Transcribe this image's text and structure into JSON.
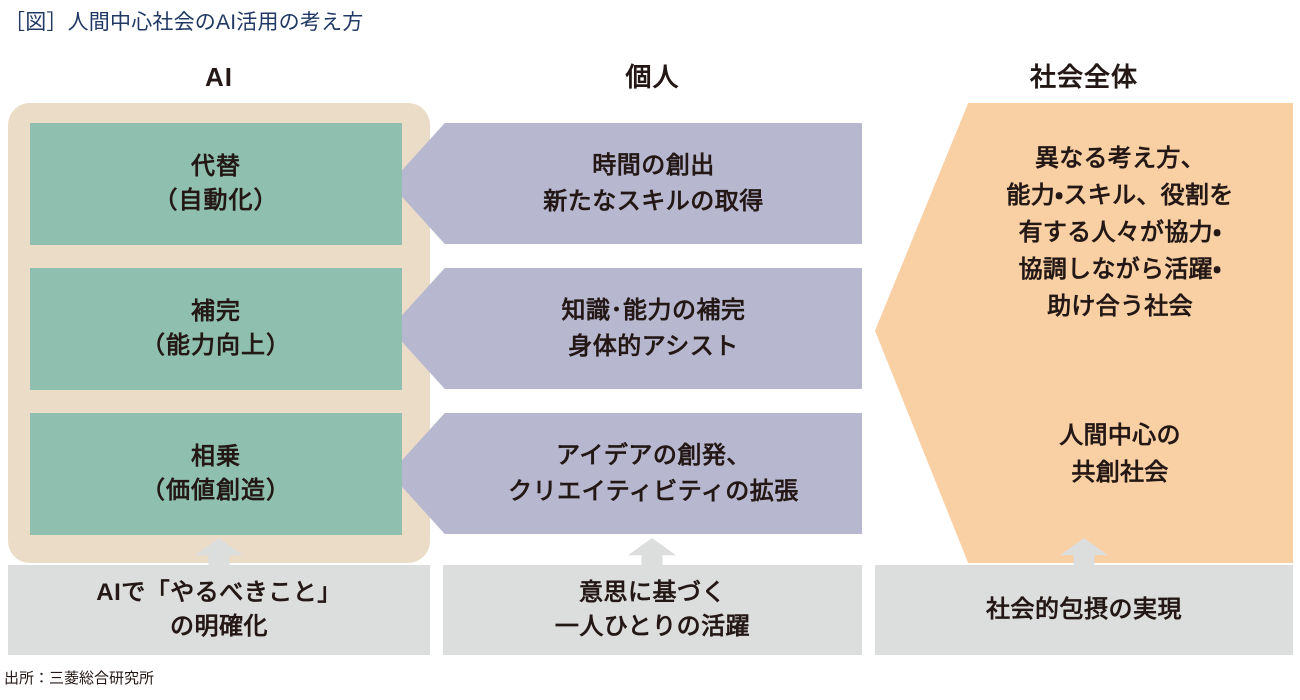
{
  "figure": {
    "title": "［図］人間中心社会のAI活用の考え方",
    "source_note": "出所：三菱総合研究所"
  },
  "columns": [
    {
      "id": "ai",
      "header": "AI"
    },
    {
      "id": "person",
      "header": "個人"
    },
    {
      "id": "society",
      "header": "社会全体"
    }
  ],
  "ai_roles": [
    {
      "line1": "代替",
      "line2": "（自動化）"
    },
    {
      "line1": "補完",
      "line2": "（能力向上）"
    },
    {
      "line1": "相乗",
      "line2": "（価値創造）"
    }
  ],
  "individual_benefits": [
    {
      "line1": "時間の創出",
      "line2": "新たなスキルの取得"
    },
    {
      "line1": "知識･能力の補完",
      "line2": "身体的アシスト"
    },
    {
      "line1": "アイデアの創発、",
      "line2": "クリエイティビティの拡張"
    }
  ],
  "society": {
    "description": [
      "異なる考え方、",
      "能力・スキル、役割を",
      "有する人々が協力・",
      "協調しながら活躍・",
      "助け合う社会"
    ],
    "outcome": [
      "人間中心の",
      "共創社会"
    ]
  },
  "foundations": [
    {
      "line1": "AIで「やるべきこと」",
      "line2": "の明確化"
    },
    {
      "line1": "意思に基づく",
      "line2": "一人ひとりの活躍"
    },
    {
      "line1": "社会的包摂の実現",
      "line2": ""
    }
  ],
  "colors": {
    "title_blue": "#1F3864",
    "ai_panel_beige": "#EBDCC8",
    "ai_box_green": "#8FBFAF",
    "arrow_purple": "#B7B8CF",
    "society_orange": "#F9CFA4",
    "foundation_gray": "#DCDDDD",
    "text_black": "#231815"
  }
}
